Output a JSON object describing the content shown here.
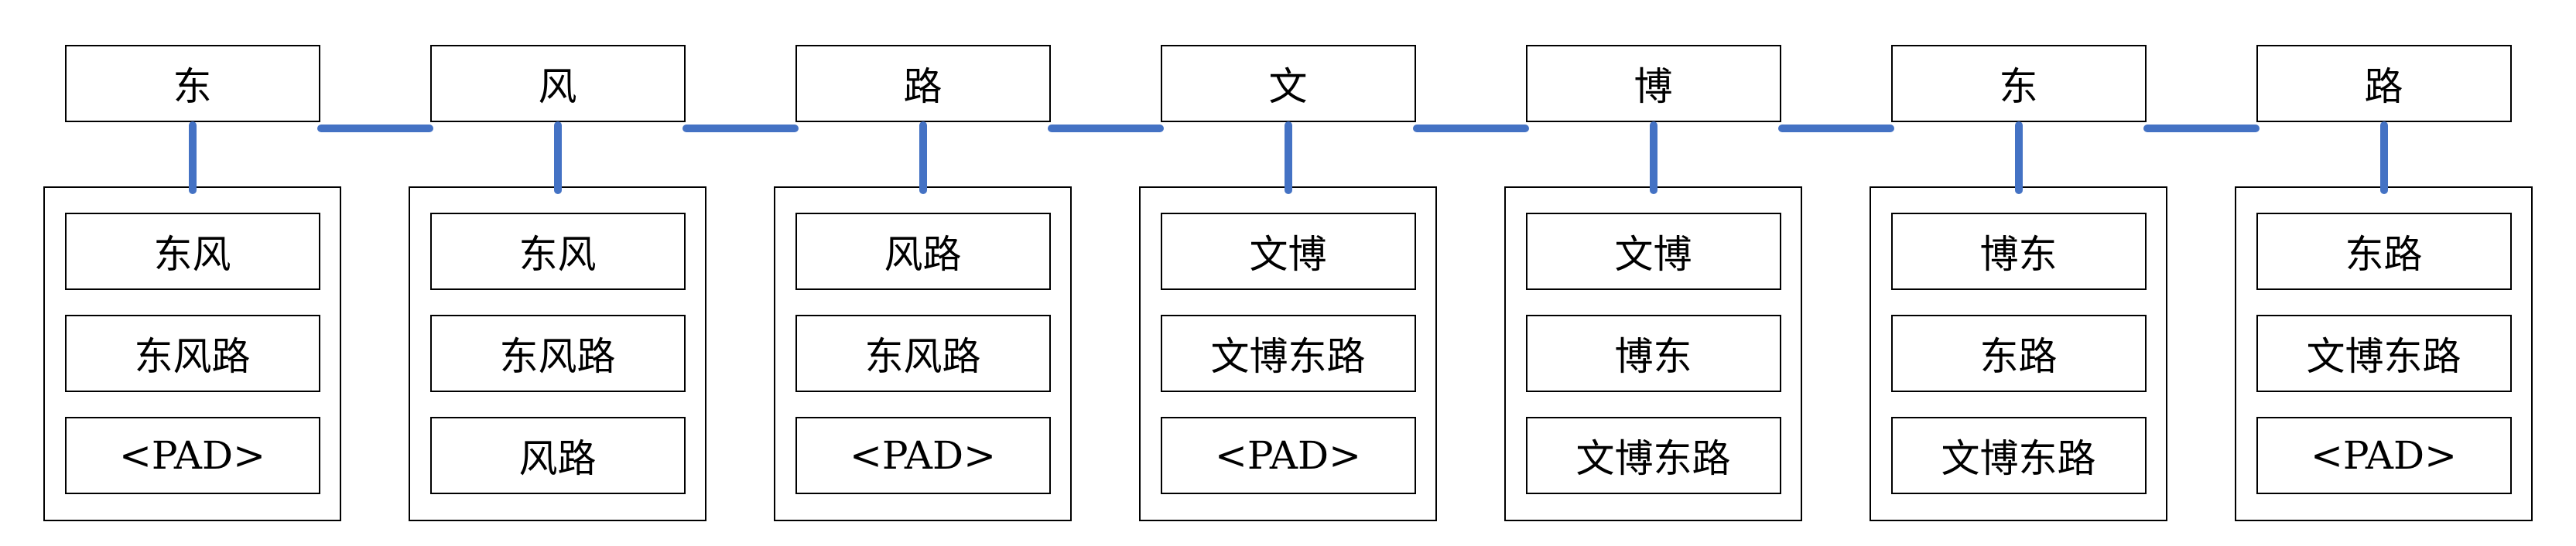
{
  "diagram": {
    "accent_color": "#4472C4",
    "border_color": "#000000",
    "pad_token": "<PAD>",
    "columns": [
      {
        "character": "东",
        "candidates": [
          "东风",
          "东风路",
          "<PAD>"
        ]
      },
      {
        "character": "风",
        "candidates": [
          "东风",
          "东风路",
          "风路"
        ]
      },
      {
        "character": "路",
        "candidates": [
          "风路",
          "东风路",
          "<PAD>"
        ]
      },
      {
        "character": "文",
        "candidates": [
          "文博",
          "文博东路",
          "<PAD>"
        ]
      },
      {
        "character": "博",
        "candidates": [
          "文博",
          "博东",
          "文博东路"
        ]
      },
      {
        "character": "东",
        "candidates": [
          "博东",
          "东路",
          "文博东路"
        ]
      },
      {
        "character": "路",
        "candidates": [
          "东路",
          "文博东路",
          "<PAD>"
        ]
      }
    ]
  }
}
